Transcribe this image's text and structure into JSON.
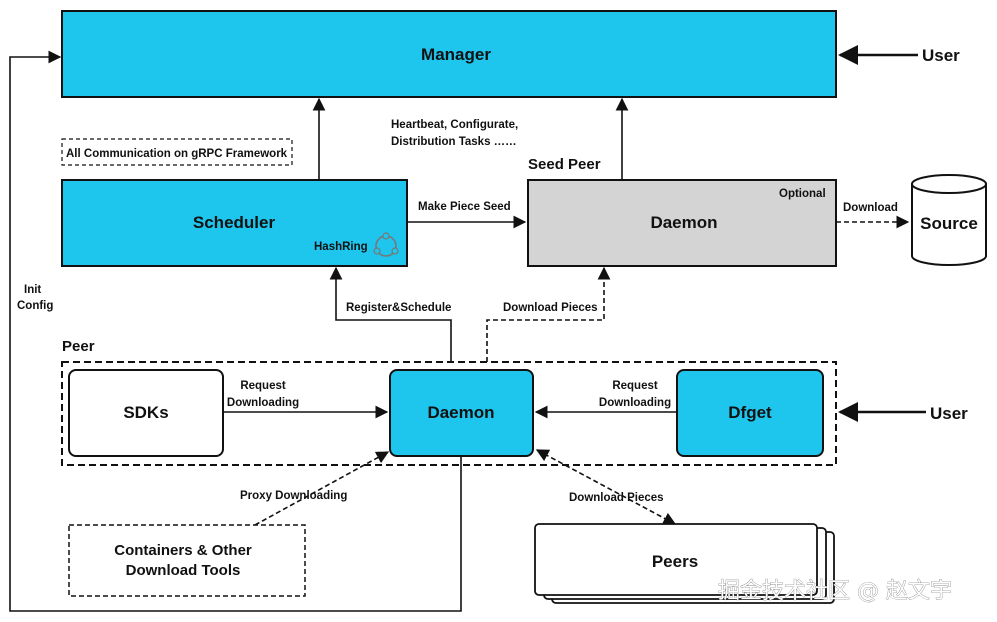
{
  "nodes": {
    "manager": "Manager",
    "user_top": "User",
    "heartbeat_line1": "Heartbeat, Configurate,",
    "heartbeat_line2": "Distribution Tasks ……",
    "grpc_note": "All Communication on gRPC Framework",
    "seed_peer_title": "Seed Peer",
    "scheduler": "Scheduler",
    "hashring": "HashRing",
    "make_piece_seed": "Make Piece Seed",
    "seed_daemon": "Daemon",
    "optional": "Optional",
    "download": "Download",
    "source": "Source",
    "init_line1": "Init",
    "init_line2": "Config",
    "register_schedule": "Register&Schedule",
    "download_pieces_top": "Download Pieces",
    "peer_title": "Peer",
    "sdks": "SDKs",
    "req_left_line1": "Request",
    "req_left_line2": "Downloading",
    "peer_daemon": "Daemon",
    "req_right_line1": "Request",
    "req_right_line2": "Downloading",
    "dfget": "Dfget",
    "user_right": "User",
    "proxy_downloading": "Proxy Downloading",
    "download_pieces_bottom": "Download Pieces",
    "containers_line1": "Containers & Other",
    "containers_line2": "Download Tools",
    "peers": "Peers",
    "watermark": "掘金技术社区 @ 赵文宇"
  },
  "colors": {
    "blue_box": "#1ec6ee",
    "gray_box": "#d4d4d4",
    "stroke": "#111111"
  },
  "icons": {
    "hashring": "hashring-icon"
  }
}
